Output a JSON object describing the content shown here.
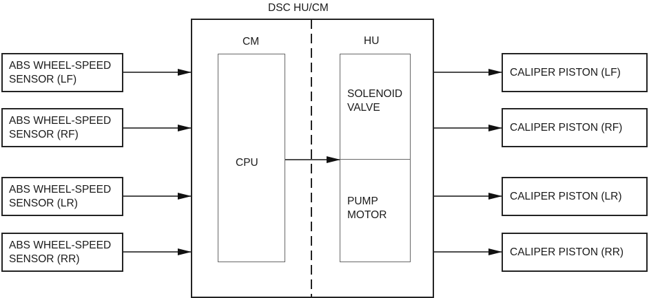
{
  "diagram": {
    "title": "DSC HU/CM",
    "cm": {
      "label": "CM",
      "cpu_label": "CPU"
    },
    "hu": {
      "label": "HU",
      "solenoid_valve": [
        "SOLENOID",
        "VALVE"
      ],
      "pump_motor": [
        "PUMP",
        "MOTOR"
      ]
    },
    "inputs": [
      {
        "line1": "ABS WHEEL-SPEED",
        "line2": "SENSOR (LF)"
      },
      {
        "line1": "ABS WHEEL-SPEED",
        "line2": "SENSOR (RF)"
      },
      {
        "line1": "ABS WHEEL-SPEED",
        "line2": "SENSOR (LR)"
      },
      {
        "line1": "ABS WHEEL-SPEED",
        "line2": "SENSOR (RR)"
      }
    ],
    "outputs": [
      {
        "label": "CALIPER PISTON (LF)"
      },
      {
        "label": "CALIPER PISTON (RF)"
      },
      {
        "label": "CALIPER PISTON (LR)"
      },
      {
        "label": "CALIPER PISTON (RR)"
      }
    ],
    "connections": [
      {
        "from": "ABS WHEEL-SPEED SENSOR (LF)",
        "to": "DSC HU/CM"
      },
      {
        "from": "ABS WHEEL-SPEED SENSOR (RF)",
        "to": "DSC HU/CM"
      },
      {
        "from": "ABS WHEEL-SPEED SENSOR (LR)",
        "to": "DSC HU/CM"
      },
      {
        "from": "ABS WHEEL-SPEED SENSOR (RR)",
        "to": "DSC HU/CM"
      },
      {
        "from": "CPU",
        "to": "HU"
      },
      {
        "from": "DSC HU/CM",
        "to": "CALIPER PISTON (LF)"
      },
      {
        "from": "DSC HU/CM",
        "to": "CALIPER PISTON (RF)"
      },
      {
        "from": "DSC HU/CM",
        "to": "CALIPER PISTON (LR)"
      },
      {
        "from": "DSC HU/CM",
        "to": "CALIPER PISTON (RR)"
      }
    ],
    "colors": {
      "line": "#222222",
      "inner_line": "#666666",
      "background": "#ffffff"
    }
  }
}
